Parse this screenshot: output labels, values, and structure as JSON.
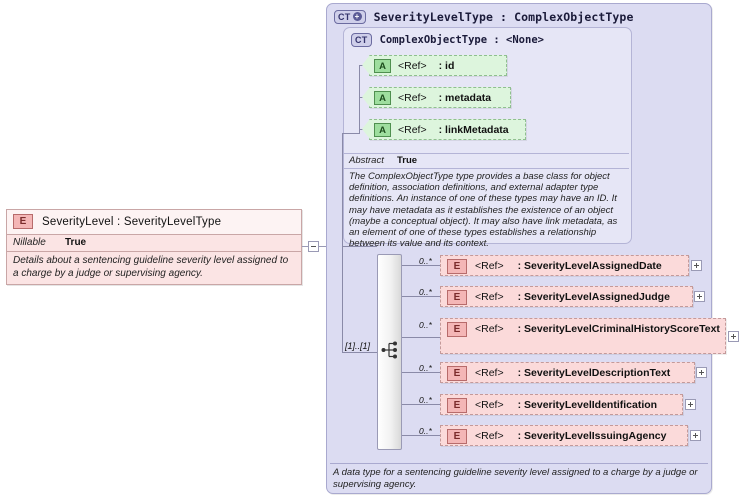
{
  "left_element": {
    "icon": "element-icon-E",
    "icon_label": "E",
    "title": "SeverityLevel : SeverityLevelType",
    "property_key": "Nillable",
    "property_value": "True",
    "documentation": "Details about a sentencing guideline severity level assigned to a charge by a judge or supervising agency."
  },
  "connector": {
    "collapse_label": "−"
  },
  "type_container": {
    "icon": "complextype-expand-icon",
    "icon_label": "CT",
    "icon_plus": "+",
    "title": "SeverityLevelType : ComplexObjectType",
    "documentation": "A data type for a sentencing guideline severity level assigned to a charge by a judge or supervising agency."
  },
  "base_type": {
    "icon": "complextype-icon",
    "icon_label": "CT",
    "title": "ComplexObjectType : <None>",
    "abstract_key": "Abstract",
    "abstract_value": "True",
    "documentation": "The ComplexObjectType type provides a base class for object definition, association definitions, and external adapter type definitions. An instance of one of these types may have an ID. It may have metadata as it establishes the existence of an object (maybe a conceptual object). It may also have link metadata, as an element of one of these types establishes a relationship between its value and its context.",
    "attributes": [
      {
        "icon_label": "A",
        "ref": "<Ref>",
        "name": ": id"
      },
      {
        "icon_label": "A",
        "ref": "<Ref>",
        "name": ": metadata"
      },
      {
        "icon_label": "A",
        "ref": "<Ref>",
        "name": ": linkMetadata"
      }
    ]
  },
  "compositor": {
    "kind": "choice-compositor-icon",
    "multiplicity": "[1]..[1]"
  },
  "elements": [
    {
      "icon_label": "E",
      "ref": "<Ref>",
      "name": ": SeverityLevelAssignedDate",
      "occurrence": "0..*",
      "expand": "+"
    },
    {
      "icon_label": "E",
      "ref": "<Ref>",
      "name": ": SeverityLevelAssignedJudge",
      "occurrence": "0..*",
      "expand": "+"
    },
    {
      "icon_label": "E",
      "ref": "<Ref>",
      "name": ": SeverityLevelCriminalHistoryScoreText",
      "occurrence": "0..*",
      "expand": "+"
    },
    {
      "icon_label": "E",
      "ref": "<Ref>",
      "name": ": SeverityLevelDescriptionText",
      "occurrence": "0..*",
      "expand": "+"
    },
    {
      "icon_label": "E",
      "ref": "<Ref>",
      "name": ": SeverityLevelIdentification",
      "occurrence": "0..*",
      "expand": "+"
    },
    {
      "icon_label": "E",
      "ref": "<Ref>",
      "name": ": SeverityLevelIssuingAgency",
      "occurrence": "0..*",
      "expand": "+"
    }
  ],
  "colors": {
    "element_fill": "#fbdada",
    "attribute_fill": "#ddf5dd",
    "container_fill": "#dcdcf2",
    "base_type_fill": "#e6e6f6"
  }
}
